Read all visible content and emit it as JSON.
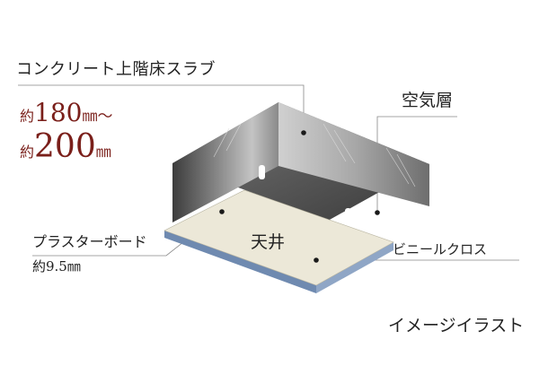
{
  "labels": {
    "slab": "コンクリート上階床スラブ",
    "slab_thickness_prefix": "約",
    "slab_thickness_min": "180",
    "slab_thickness_min_unit": "㎜～",
    "slab_thickness_max": "200",
    "slab_thickness_max_unit": "㎜",
    "air_layer": "空気層",
    "vinyl_cloth": "ビニールクロス",
    "plasterboard": "プラスターボード",
    "plasterboard_thickness": "約9.5㎜",
    "ceiling": "天井",
    "image_note": "イメージイラスト"
  },
  "colors": {
    "accent_dark_red": "#7a1f1a",
    "board_edge_blue": "#6b83a8",
    "ceiling_face": "#ece8d8",
    "slab_gray": "#8a8a8a"
  }
}
